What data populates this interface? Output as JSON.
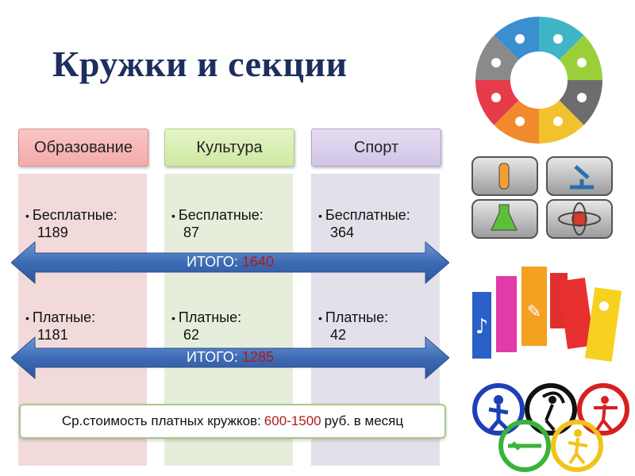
{
  "title": "Кружки и секции",
  "columns": [
    {
      "name": "Образование",
      "free_label": "Бесплатные:",
      "free": "1189",
      "paid_label": "Платные:",
      "paid": "1181"
    },
    {
      "name": "Культура",
      "free_label": "Бесплатные:",
      "free": "87",
      "paid_label": "Платные:",
      "paid": "62"
    },
    {
      "name": "Спорт",
      "free_label": "Бесплатные:",
      "free": "364",
      "paid_label": "Платные:",
      "paid": "42"
    }
  ],
  "totals": {
    "free": {
      "label": "ИТОГО:",
      "value": "1640"
    },
    "paid": {
      "label": "ИТОГО:",
      "value": "1285"
    }
  },
  "cost": {
    "prefix": "Ср.стоимость платных кружков:",
    "range": "600-1500",
    "suffix": "руб. в месяц"
  },
  "colors": {
    "title": "#1d2e5e",
    "arrow": "#3f6fb6",
    "highlight": "#b01a1a"
  }
}
